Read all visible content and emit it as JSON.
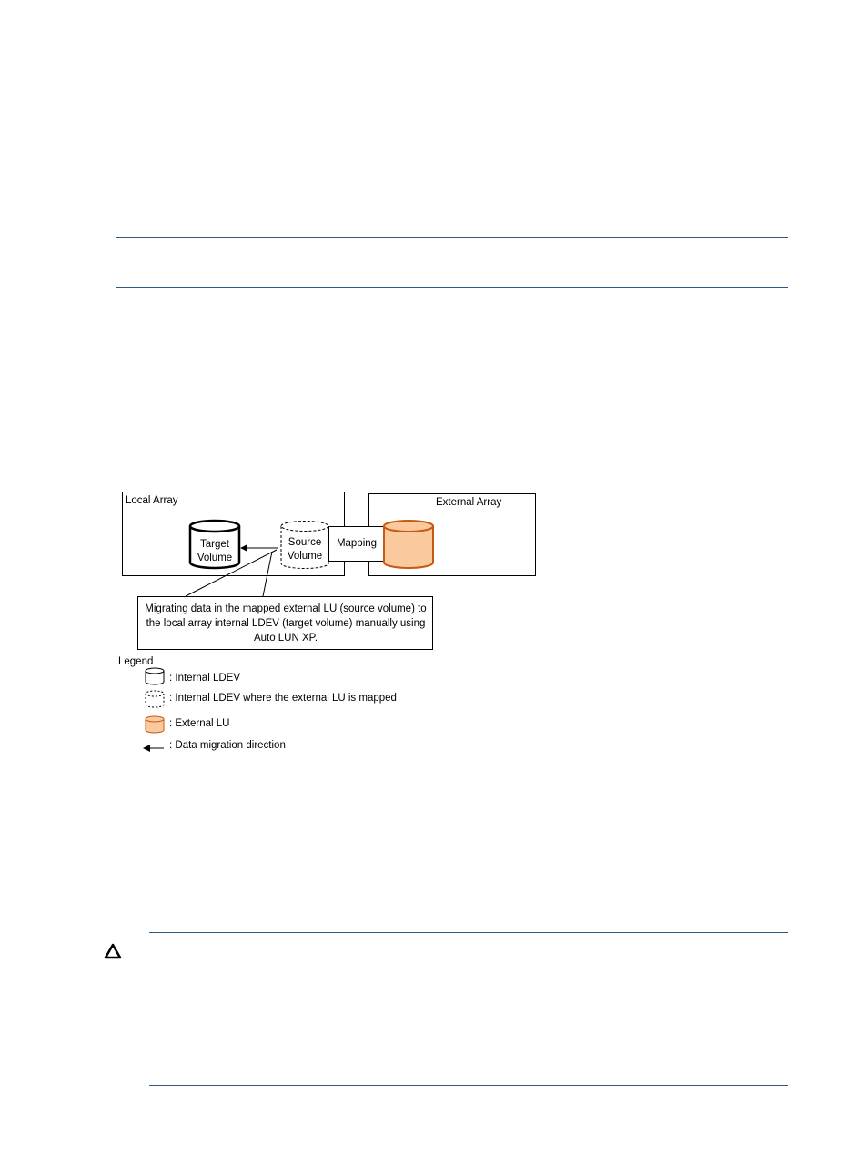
{
  "diagram": {
    "local_array_label": "Local Array",
    "external_array_label": "External Array",
    "target_volume_line1": "Target",
    "target_volume_line2": "Volume",
    "source_volume_line1": "Source",
    "source_volume_line2": "Volume",
    "mapping_label": "Mapping",
    "callout_line1": "Migrating data in the mapped external LU (source volume) to",
    "callout_line2": "the local array internal LDEV (target volume) manually using",
    "callout_line3": "Auto LUN XP."
  },
  "legend": {
    "title": "Legend",
    "items": [
      {
        "icon": "internal-ldev-cylinder-icon",
        "text": ": Internal LDEV"
      },
      {
        "icon": "mapped-ldev-dashed-cylinder-icon",
        "text": ": Internal LDEV where the external LU is mapped"
      },
      {
        "icon": "external-lu-cylinder-icon",
        "text": ": External LU"
      },
      {
        "icon": "left-arrow-icon",
        "text": ": Data migration direction"
      }
    ]
  },
  "colors": {
    "rule": "#2b5a86",
    "external_fill": "#fac99d",
    "external_stroke": "#c55a11"
  },
  "icons": {
    "caution": "caution-triangle-icon"
  }
}
